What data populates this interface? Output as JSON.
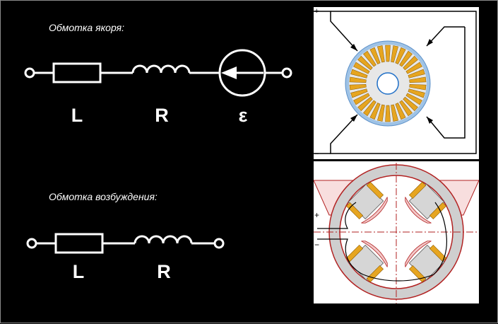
{
  "armature": {
    "title": "Обмотка якоря:",
    "labels": {
      "l": "L",
      "r": "R",
      "emf": "ε"
    }
  },
  "field": {
    "title": "Обмотка возбуждения:",
    "labels": {
      "l": "L",
      "r": "R"
    }
  },
  "terminals": {
    "plus": "+",
    "minus": "−"
  },
  "colors": {
    "background": "#000000",
    "wire": "#ffffff",
    "winding_gold": "#e6a520",
    "armature_ring": "#9fc3e6",
    "armature_blue": "#1f6fc7",
    "frame_red": "#b22222",
    "frame_gray": "#cfcfcf"
  }
}
